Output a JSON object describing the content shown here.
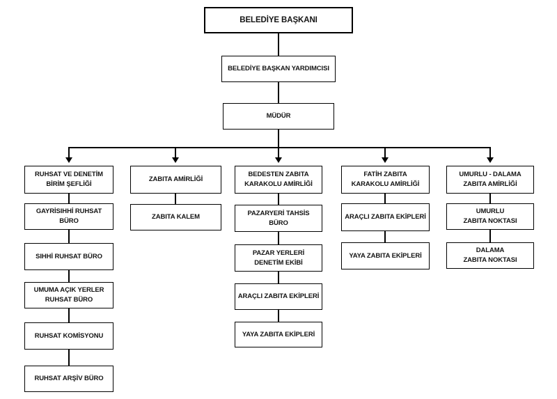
{
  "diagram": {
    "type": "org-chart",
    "language": "tr",
    "colors": {
      "background": "#ffffff",
      "line": "#000000",
      "text": "#141414",
      "box_fill": "#ffffff"
    },
    "chain": [
      "BELEDİYE BAŞKANI",
      "BELEDİYE BAŞKAN YARDIMCISI",
      "MÜDÜR"
    ],
    "columns": [
      {
        "boxes": [
          "RUHSAT VE DENETİM\nBİRİM ŞEFLİĞİ",
          "GAYRİSIHHİ RUHSAT\nBÜRO",
          "SIHHİ RUHSAT BÜRO",
          "UMUMA AÇIK YERLER\nRUHSAT BÜRO",
          "RUHSAT KOMİSYONU",
          "RUHSAT ARŞİV BÜRO"
        ]
      },
      {
        "boxes": [
          "ZABITA AMİRLİĞİ",
          "ZABITA KALEM"
        ]
      },
      {
        "boxes": [
          "BEDESTEN ZABITA\nKARAKOLU AMİRLİĞİ",
          "PAZARYERİ TAHSİS\nBÜRO",
          "PAZAR YERLERİ\nDENETİM EKİBİ",
          "ARAÇLI ZABITA EKİPLERİ",
          "YAYA ZABITA EKİPLERİ"
        ]
      },
      {
        "boxes": [
          "FATİH ZABITA\nKARAKOLU AMİRLİĞİ",
          "ARAÇLI ZABITA EKİPLERİ",
          "YAYA ZABITA EKİPLERİ"
        ]
      },
      {
        "boxes": [
          "UMURLU - DALAMA\nZABITA AMİRLİĞİ",
          "UMURLU\nZABITA NOKTASI",
          "DALAMA\nZABITA NOKTASI"
        ]
      }
    ]
  }
}
